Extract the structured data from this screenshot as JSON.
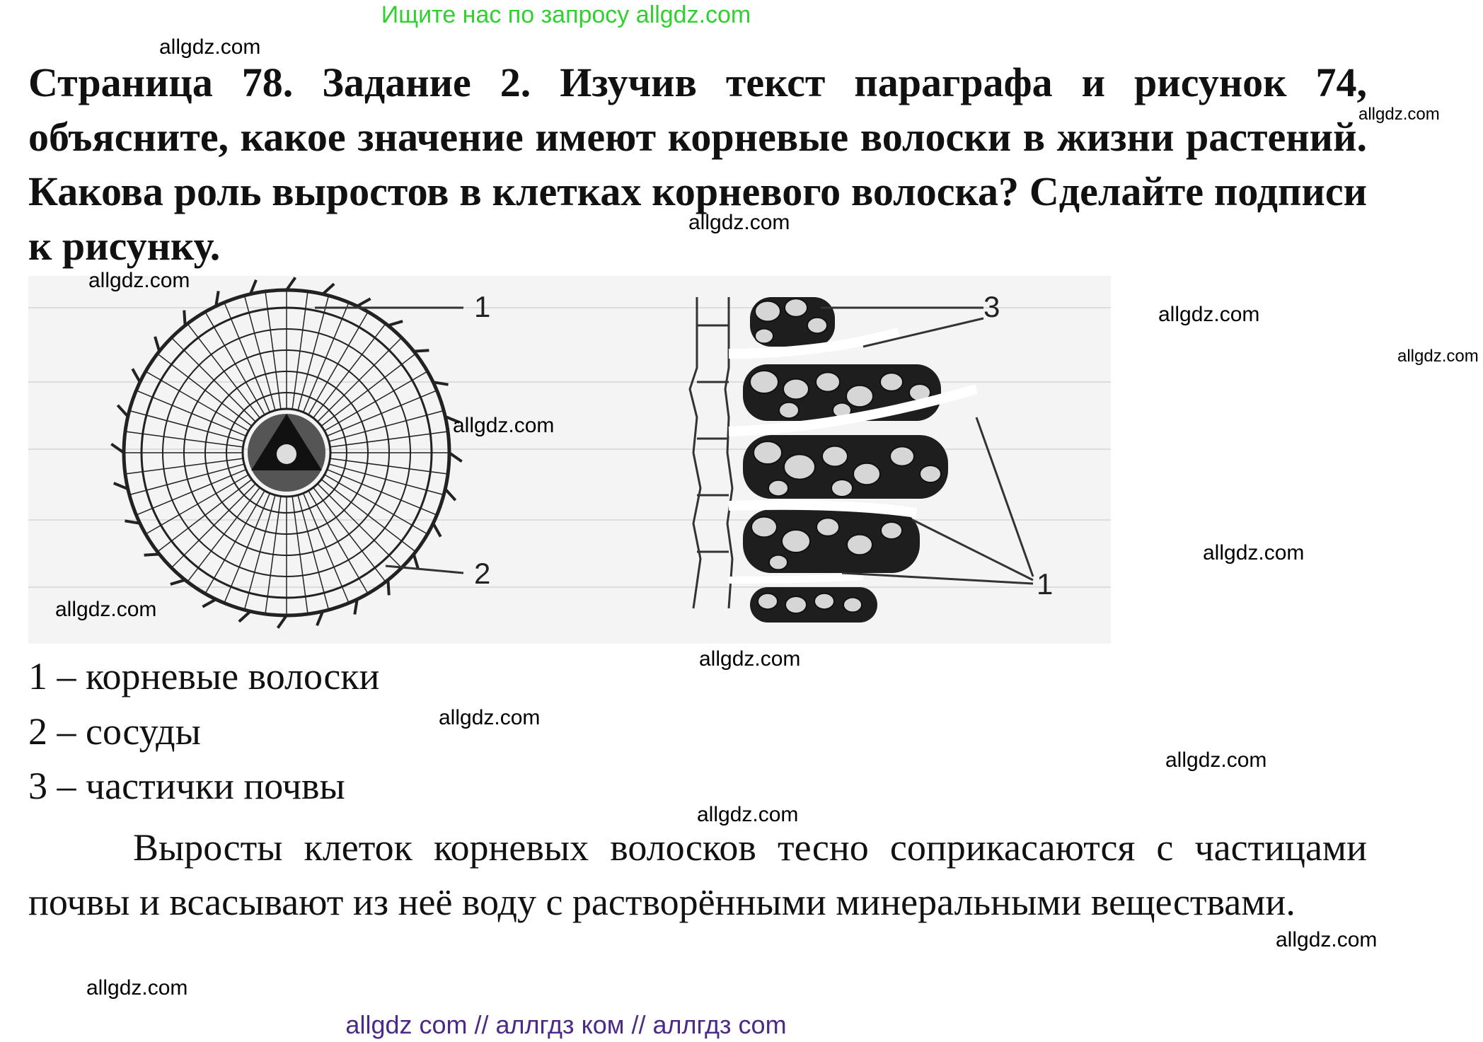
{
  "banner_top": "Ищите нас по запросу allgdz.com",
  "task_text": "Страница 78. Задание 2. Изучив текст параграфа и рисунок 74, объясните, какое значение имеют корневые волоски в жизни растений. Какова роль выростов в клетках корневого волоска? Сделайте подписи к рисунку.",
  "figure": {
    "left_labels": [
      "1",
      "2"
    ],
    "right_labels": [
      "3",
      "1"
    ]
  },
  "legend": [
    "1 – корневые волоски",
    "2 – сосуды",
    "3 – частички почвы"
  ],
  "answer_text": "Выросты клеток корневых волосков тесно соприкасаются с частицами почвы и всасывают из неё воду с растворёнными минеральными веществами.",
  "watermark": "allgdz.com",
  "banner_bottom": "allgdz com  //  аллгдз ком  //  аллгдз com",
  "colors": {
    "banner_top": "#2fd12f",
    "banner_bottom": "#4b2a88"
  }
}
